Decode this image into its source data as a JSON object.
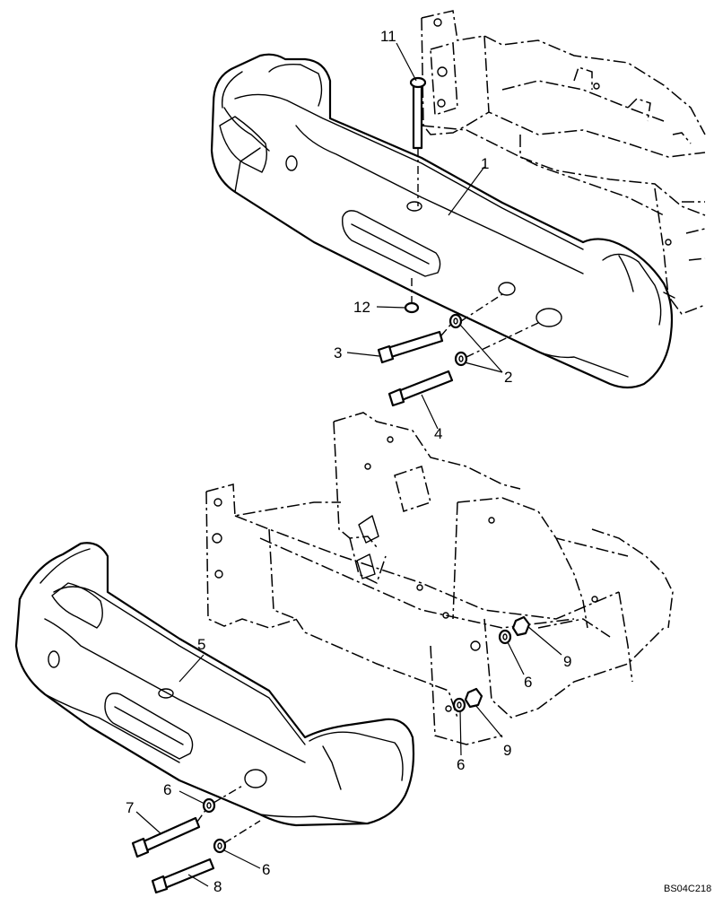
{
  "drawing_code": "BS04C218",
  "callouts": {
    "c1": "1",
    "c2": "2",
    "c3": "3",
    "c4": "4",
    "c5": "5",
    "c6a": "6",
    "c6b": "6",
    "c6c": "6",
    "c6d": "6",
    "c7": "7",
    "c8": "8",
    "c9a": "9",
    "c9b": "9",
    "c11": "11",
    "c12": "12"
  }
}
